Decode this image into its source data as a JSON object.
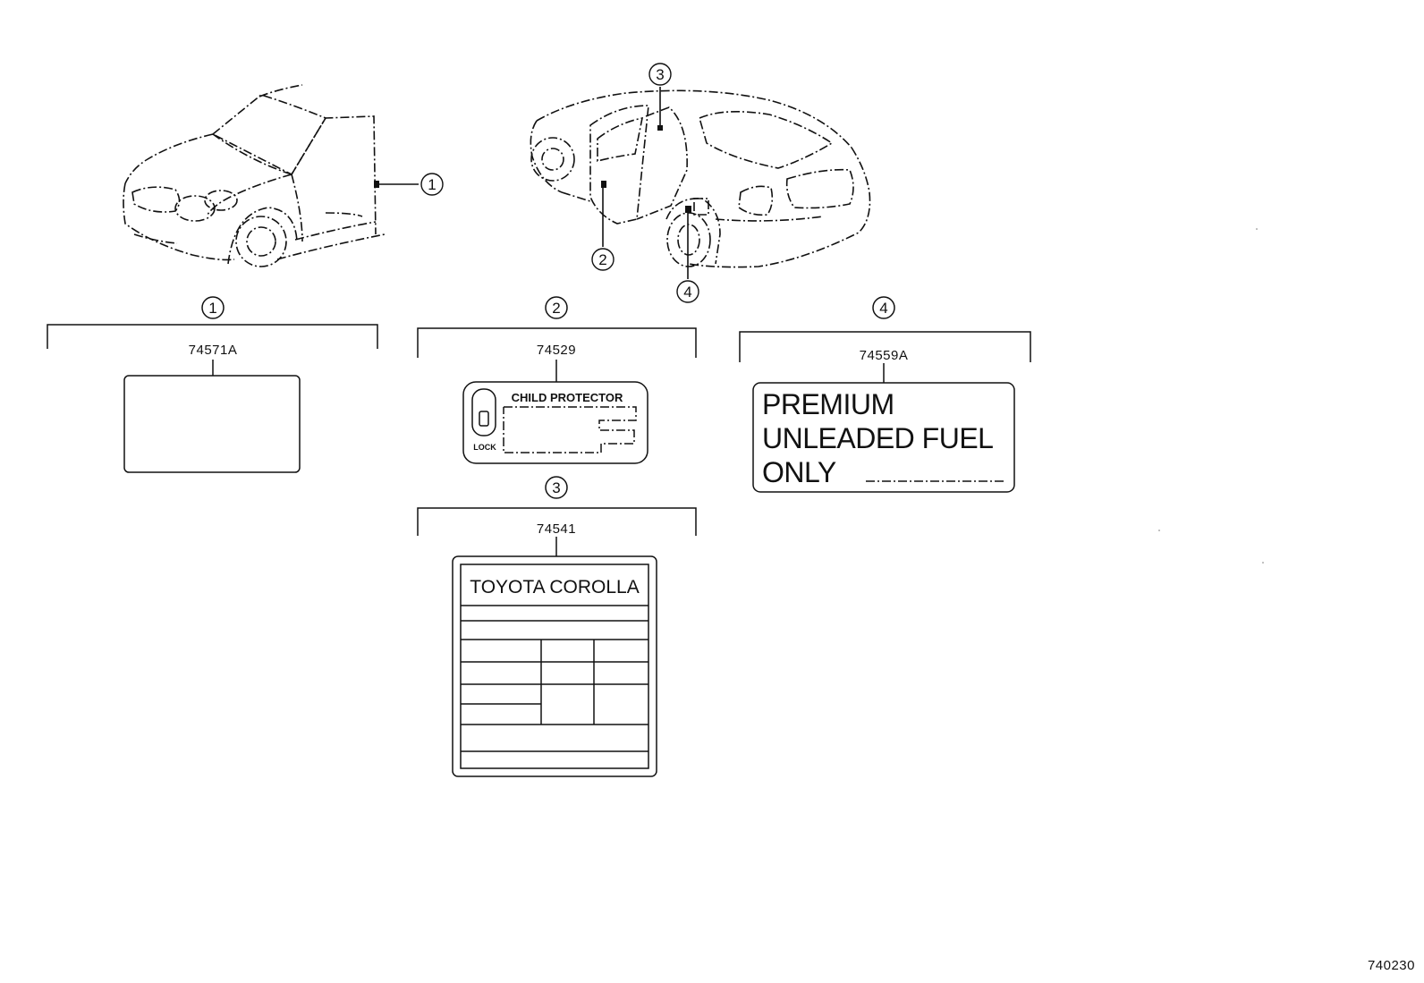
{
  "callouts": [
    "1",
    "2",
    "3",
    "4"
  ],
  "labels": {
    "l1": {
      "index": "1",
      "part_number": "74571A"
    },
    "l2": {
      "index": "2",
      "part_number": "74529",
      "text": "CHILD PROTECTOR",
      "sub": "LOCK"
    },
    "l3": {
      "index": "3",
      "part_number": "74541",
      "text": "TOYOTA COROLLA"
    },
    "l4": {
      "index": "4",
      "part_number": "74559A",
      "lines": [
        "PREMIUM",
        "UNLEADED FUEL",
        "ONLY"
      ]
    }
  },
  "diagram_id": "740230"
}
